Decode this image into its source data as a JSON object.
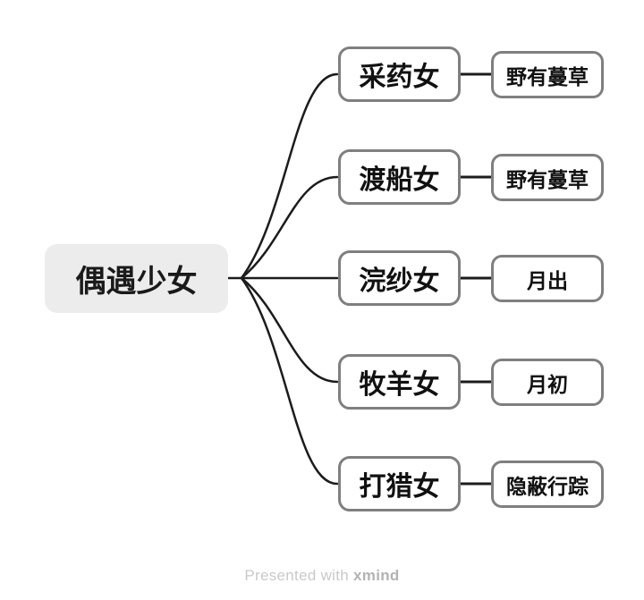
{
  "mindmap": {
    "root": "偶遇少女",
    "branches": [
      {
        "label": "采药女",
        "child": "野有蔓草"
      },
      {
        "label": "渡船女",
        "child": "野有蔓草"
      },
      {
        "label": "浣纱女",
        "child": "月出"
      },
      {
        "label": "牧羊女",
        "child": "月初"
      },
      {
        "label": "打猎女",
        "child": "隐蔽行踪"
      }
    ]
  },
  "footer": {
    "prefix": "Presented with",
    "brand": "xmind"
  },
  "colors": {
    "background": "#ffffff",
    "root_fill": "#ececec",
    "node_border": "#7f7f7f",
    "connector_line": "#1c1c1c",
    "text": "#1a1a1a",
    "footer_text": "#c9c9c9",
    "footer_brand_text": "#b3b3b3"
  }
}
